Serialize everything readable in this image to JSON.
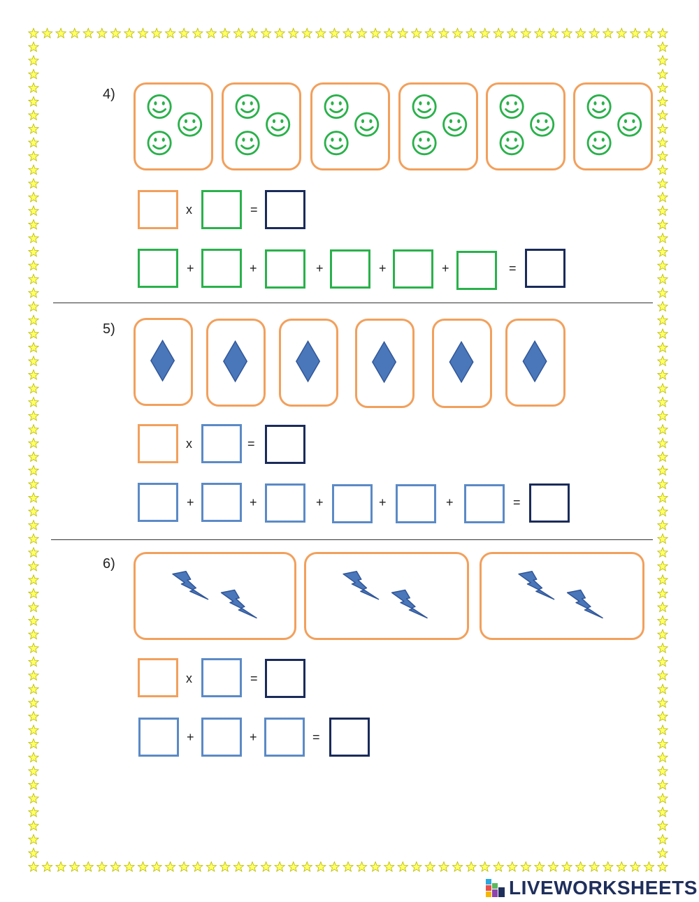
{
  "questions": [
    {
      "label": "4)"
    },
    {
      "label": "5)"
    },
    {
      "label": "6)"
    }
  ],
  "operators": {
    "times": "x",
    "plus": "+",
    "equals": "="
  },
  "logo": {
    "text": "LIVEWORKSHEETS"
  },
  "icons": {
    "q4": "smiley-face-icon",
    "q5": "diamond-icon",
    "q6": "lightning-bolt-icon"
  },
  "colors": {
    "group_border": "#f2a05c",
    "smiley": "#2ab14b",
    "diamond": "#4a76ba",
    "bolt": "#4a76ba",
    "answer_green": "#2ab14b",
    "answer_blue": "#5b8ac6",
    "answer_navy": "#1a2b5a",
    "star_fill": "#ffff66",
    "star_stroke": "#b8b800"
  }
}
